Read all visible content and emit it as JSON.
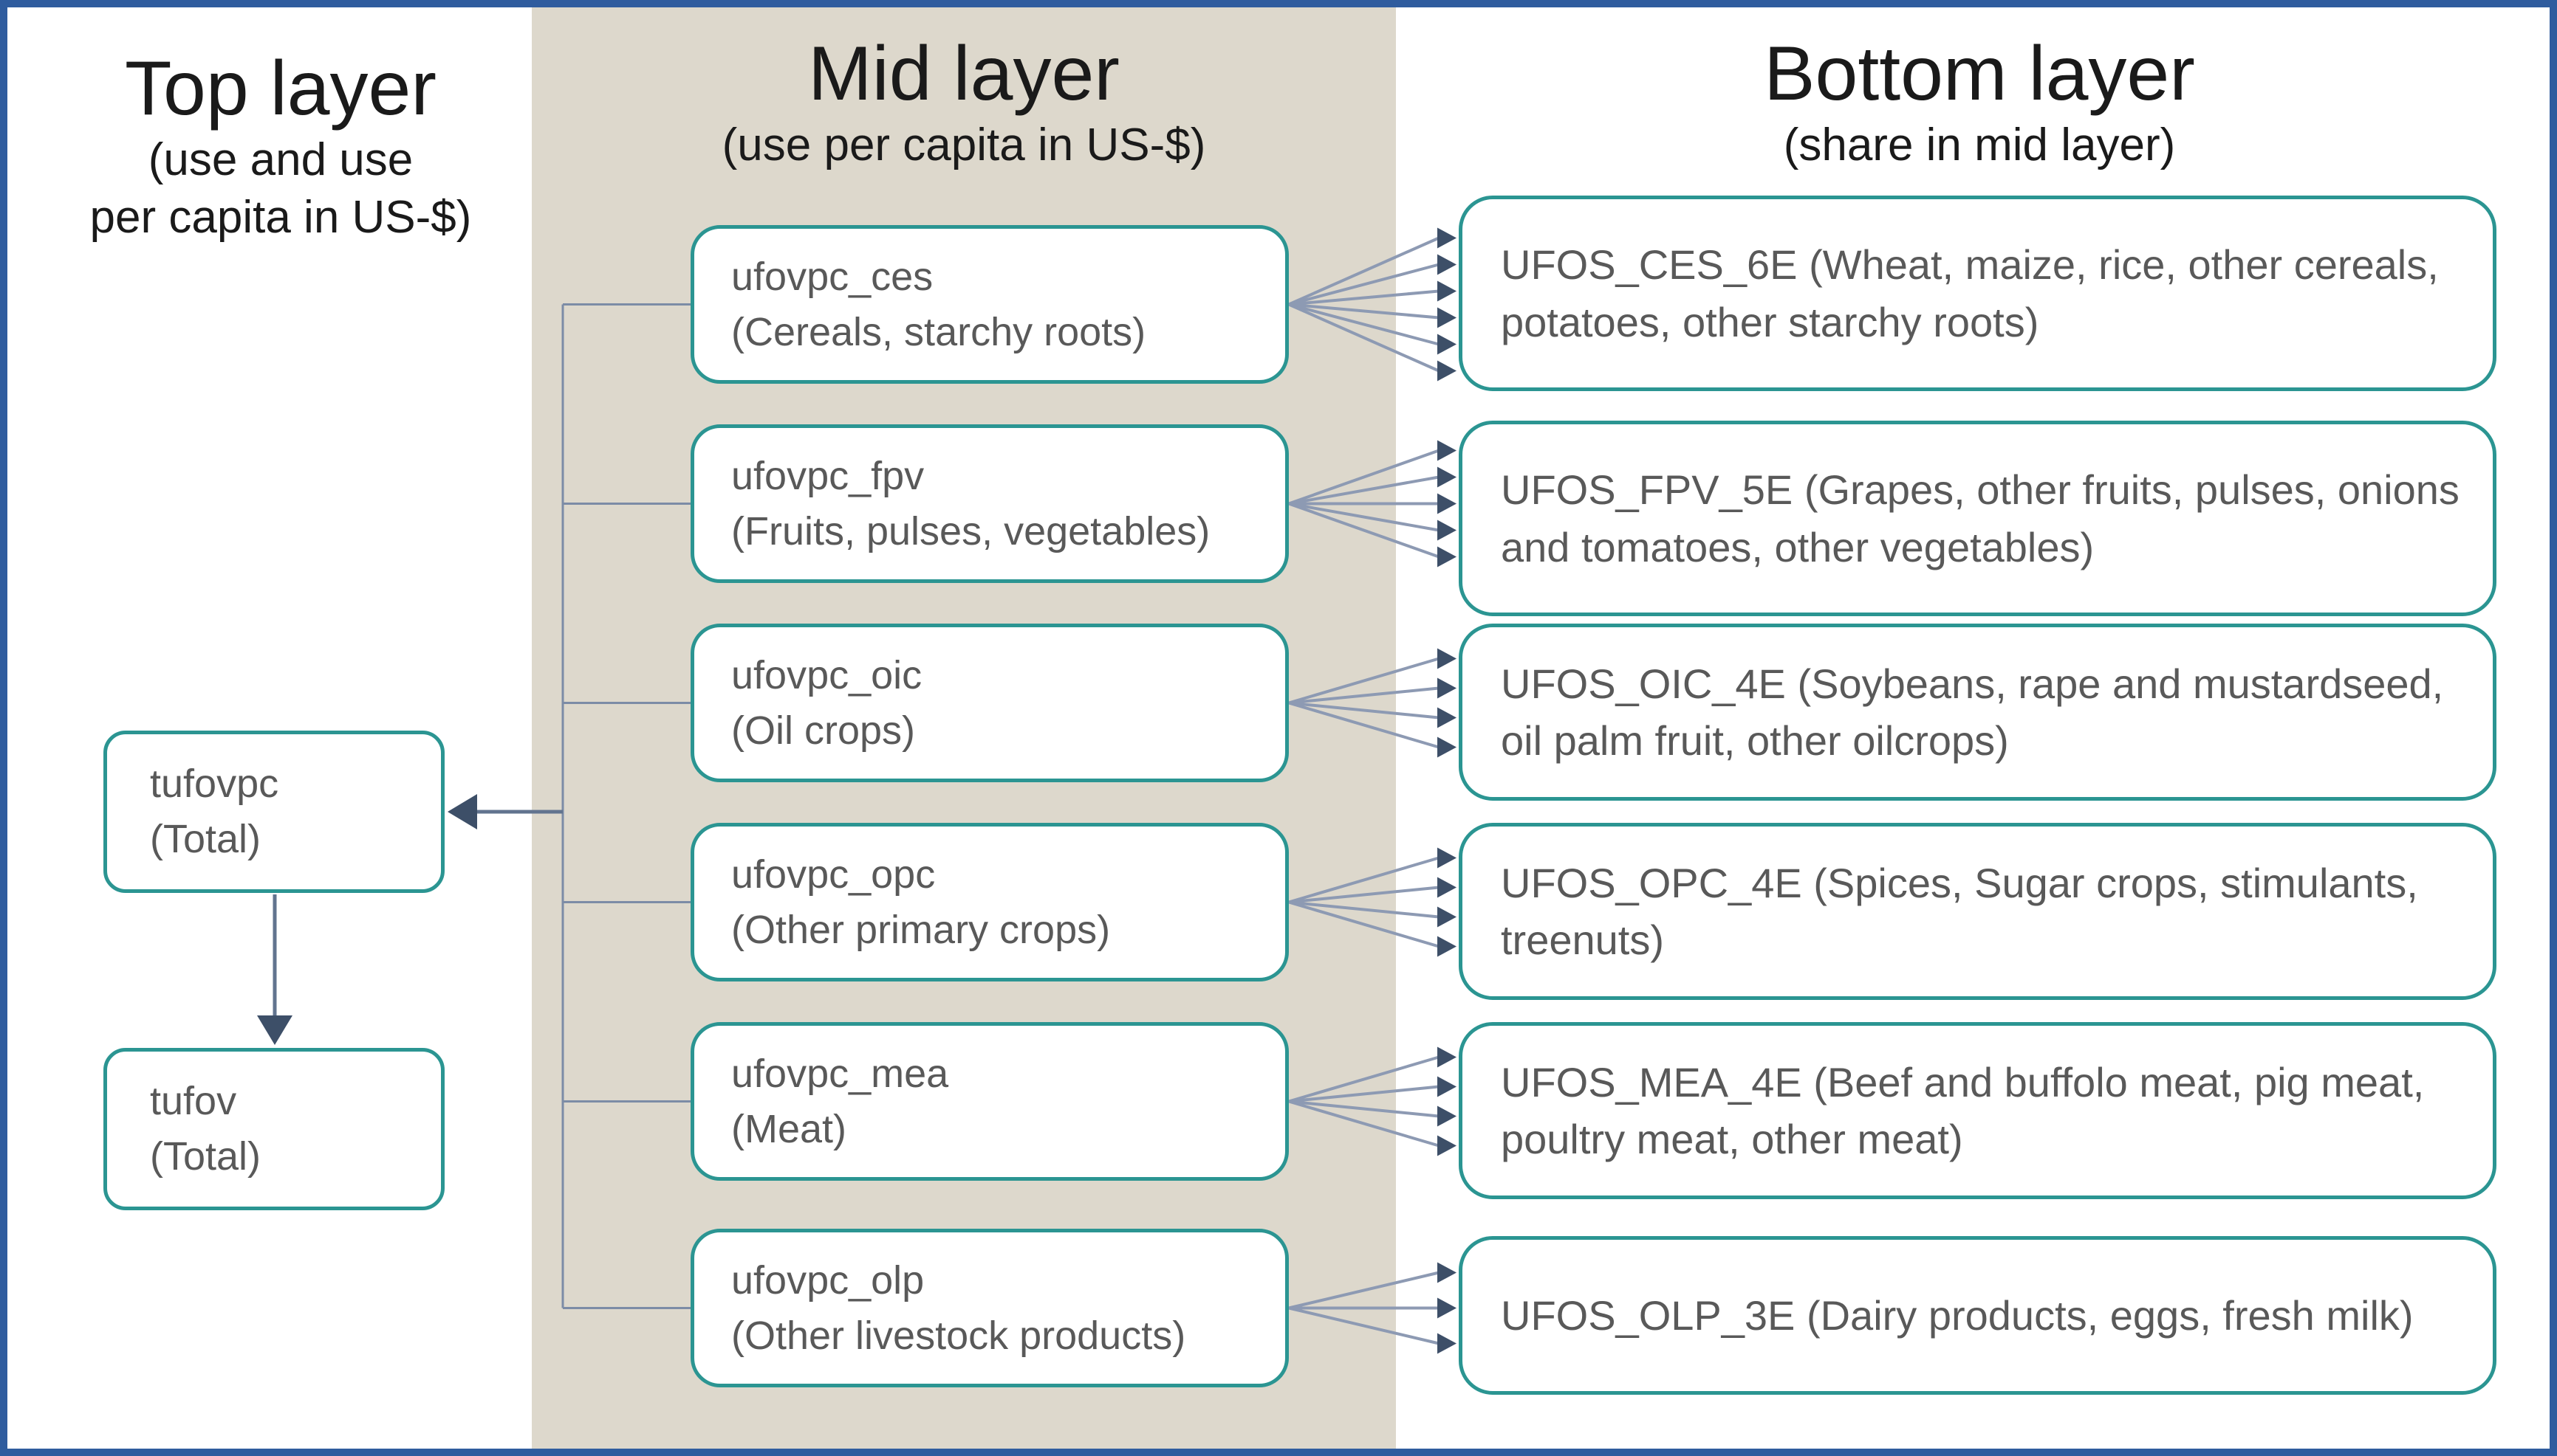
{
  "colors": {
    "frame_blue": "#2f5c9e",
    "band_beige": "#ddd8cc",
    "node_border_teal": "#2b9592",
    "node_text_gray": "#595959",
    "header_black": "#1a1a1a",
    "arrowhead_slate": "#3d4f68",
    "fan_line_slate": "#8d9ab3",
    "bracket_line_slate": "#7c8ca6",
    "main_arrow_slate": "#62748f"
  },
  "headers": {
    "top": {
      "title": "Top layer",
      "subtitle_line1": "(use and use",
      "subtitle_line2": "per capita in US-$)"
    },
    "mid": {
      "title": "Mid layer",
      "subtitle": "(use per capita in US-$)"
    },
    "bottom": {
      "title": "Bottom layer",
      "subtitle": "(share in mid layer)"
    }
  },
  "top_layer": {
    "total_node_1": {
      "label": "tufovpc",
      "sublabel": "(Total)"
    },
    "total_node_2": {
      "label": "tufov",
      "sublabel": "(Total)"
    }
  },
  "rows": [
    {
      "mid": {
        "label": "ufovpc_ces",
        "sublabel": "(Cereals, starchy roots)"
      },
      "bottom": {
        "code": "UFOS_CES_6E",
        "desc": "(Wheat, maize, rice, other cereals, potatoes, other starchy roots)"
      },
      "arrow_count": 6
    },
    {
      "mid": {
        "label": "ufovpc_fpv",
        "sublabel": "(Fruits, pulses, vegetables)"
      },
      "bottom": {
        "code": "UFOS_FPV_5E",
        "desc": "(Grapes, other fruits, pulses, onions and tomatoes, other vegetables)"
      },
      "arrow_count": 5
    },
    {
      "mid": {
        "label": "ufovpc_oic",
        "sublabel": "(Oil crops)"
      },
      "bottom": {
        "code": "UFOS_OIC_4E",
        "desc": "(Soybeans, rape and mustardseed, oil palm fruit, other oilcrops)"
      },
      "arrow_count": 4
    },
    {
      "mid": {
        "label": "ufovpc_opc",
        "sublabel": "(Other primary crops)"
      },
      "bottom": {
        "code": "UFOS_OPC_4E",
        "desc": "(Spices, Sugar crops, stimulants, treenuts)"
      },
      "arrow_count": 4
    },
    {
      "mid": {
        "label": "ufovpc_mea",
        "sublabel": "(Meat)"
      },
      "bottom": {
        "code": "UFOS_MEA_4E",
        "desc": "(Beef and buffolo meat, pig meat, poultry meat, other meat)"
      },
      "arrow_count": 4
    },
    {
      "mid": {
        "label": "ufovpc_olp",
        "sublabel": "(Other livestock products)"
      },
      "bottom": {
        "code": "UFOS_OLP_3E",
        "desc": "(Dairy products, eggs, fresh milk)"
      },
      "arrow_count": 3
    }
  ]
}
